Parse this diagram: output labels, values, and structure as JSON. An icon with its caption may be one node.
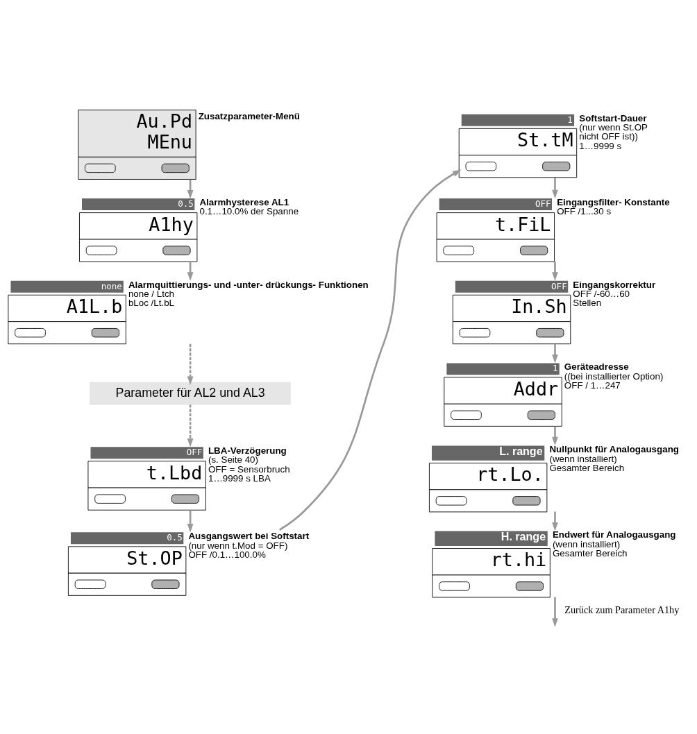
{
  "diagram": {
    "nodes": [
      {
        "text": [
          "Au.Pd",
          "MEnu"
        ],
        "beside": [
          "Zusatzparameter-Menü"
        ]
      },
      {
        "text": [
          "0.5",
          "A1hy"
        ],
        "beside": [
          "Alarmhysterese AL1",
          "0.1…10.0% der Spanne"
        ]
      },
      {
        "text": [
          "none",
          "A1L.b"
        ],
        "beside": [
          "Alarmquittierungs- und -unter- drückungs- Funktionen",
          "none / Ltch",
          "bLoc /Lt.bL"
        ]
      },
      {
        "text": [
          "Parameter für AL2 und AL3"
        ]
      },
      {
        "text": [
          "OFF",
          "t.Lbd"
        ],
        "beside": [
          "LBA-Verzögerung",
          "(s. Seite 40)",
          "OFF = Sensorbruch",
          "1…9999 s LBA"
        ]
      },
      {
        "text": [
          "0.5",
          "St.OP"
        ],
        "beside": [
          "Ausgangswert bei Softstart",
          "(nur wenn t.Mod = OFF)",
          "OFF /0.1…100.0%"
        ]
      },
      {
        "text": [
          "1",
          "St.tM"
        ],
        "beside": [
          "Softstart-Dauer",
          "(nur wenn St.OP",
          "nicht OFF ist))",
          "1…9999 s"
        ]
      },
      {
        "text": [
          "OFF",
          "t.FiL"
        ],
        "beside": [
          "Eingangsfilter- Konstante",
          "OFF /1...30 s"
        ]
      },
      {
        "text": [
          "OFF",
          "In.Sh"
        ],
        "beside": [
          "Eingangskorrektur",
          "OFF /-60…60",
          "Stellen"
        ]
      },
      {
        "text": [
          "1",
          "Addr"
        ],
        "beside": [
          "Geräteadresse",
          "((bei installierter Option)",
          "OFF / 1…247"
        ]
      },
      {
        "text": [
          "L. range",
          "rt.Lo."
        ],
        "beside": [
          "Nullpunkt für Analogausgang",
          "(wenn installiert)",
          "Gesamter Bereich"
        ]
      },
      {
        "text": [
          "H. range",
          "rt.hi"
        ],
        "beside": [
          "Endwert für Analogausgang",
          "(wenn installiert)",
          "Gesamter Bereich"
        ]
      }
    ],
    "edges": [
      {
        "from": 0,
        "to": 1,
        "arrow": "to"
      },
      {
        "from": 1,
        "to": 2,
        "arrow": "to"
      },
      {
        "from": 2,
        "to": 3,
        "arrow": "to",
        "style": "dashed"
      },
      {
        "from": 3,
        "to": 4,
        "arrow": "to",
        "style": "dashed"
      },
      {
        "from": 4,
        "to": 5,
        "arrow": "to"
      },
      {
        "from": 5,
        "to": 6,
        "arrow": "to"
      },
      {
        "from": 6,
        "to": 7,
        "arrow": "to"
      },
      {
        "from": 7,
        "to": 8,
        "arrow": "to"
      },
      {
        "from": 8,
        "to": 9,
        "arrow": "to"
      },
      {
        "from": 9,
        "to": 10,
        "arrow": "to"
      },
      {
        "from": 10,
        "to": 11,
        "arrow": "to"
      },
      {
        "from": 11,
        "to": null,
        "arrow": "to",
        "label": "Zurück zum Parameter A1hy"
      }
    ]
  }
}
